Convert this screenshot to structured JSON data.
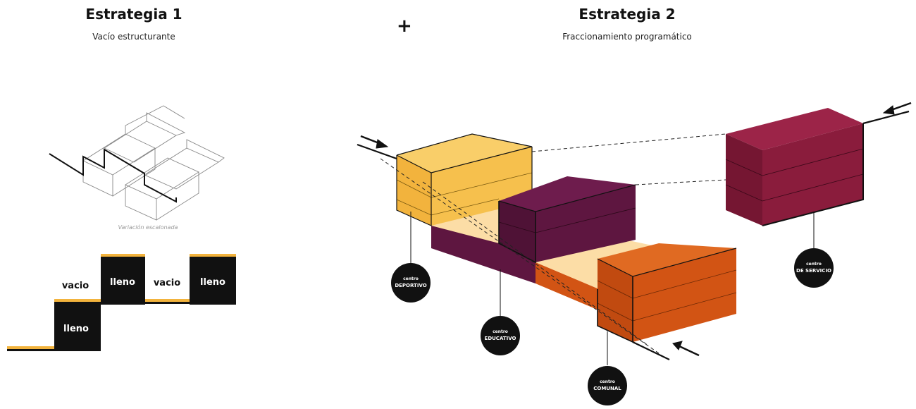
{
  "strategy1": {
    "title": "Estrategia 1",
    "subtitle": "Vacío estructurante",
    "caption": "Variación escalonada",
    "labels": {
      "vacio_1": "vacio",
      "lleno_1": "lleno",
      "vacio_2": "vacio",
      "lleno_2": "lleno",
      "lleno_bottom": "lleno"
    }
  },
  "plus": "+",
  "strategy2": {
    "title": "Estrategia 2",
    "subtitle": "Fraccionamiento programático",
    "centers": {
      "deportivo": {
        "line1": "centro",
        "line2": "DEPORTIVO"
      },
      "educativo": {
        "line1": "centro",
        "line2": "EDUCATIVO"
      },
      "comunal": {
        "line1": "centro",
        "line2": "COMUNAL"
      },
      "servicio": {
        "line1": "centro",
        "line2": "DE SERVICIO"
      }
    }
  },
  "colors": {
    "yellow": "#F6C04D",
    "plum": "#5E1640",
    "orange": "#D25414",
    "crimson": "#8A1C3C",
    "courtyard": "#FCDDA6",
    "accent_line": "#F2B33D"
  }
}
